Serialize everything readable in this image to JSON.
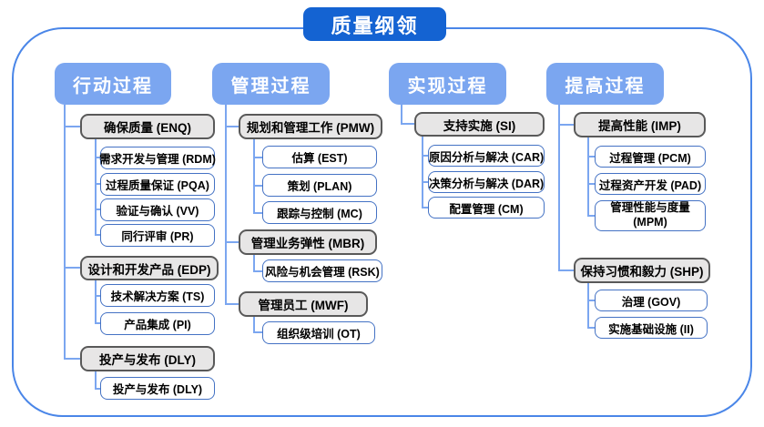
{
  "title": "质量纲领",
  "colors": {
    "accent": "#1463d2",
    "header": "#7ba6f0",
    "line": "#7ba6f0",
    "frame": "#4a86e8",
    "graybg": "#e7e6e6",
    "grayborder": "#595959",
    "nodeborder": "#4472c4"
  },
  "columns": [
    {
      "label": "行动过程",
      "groups": [
        {
          "label": "确保质量 (ENQ)",
          "children": [
            "需求开发与管理 (RDM)",
            "过程质量保证 (PQA)",
            "验证与确认 (VV)",
            "同行评审 (PR)"
          ]
        },
        {
          "label": "设计和开发产品 (EDP)",
          "children": [
            "技术解决方案 (TS)",
            "产品集成 (PI)"
          ]
        },
        {
          "label": "投产与发布 (DLY)",
          "children": [
            "投产与发布 (DLY)"
          ]
        }
      ]
    },
    {
      "label": "管理过程",
      "groups": [
        {
          "label": "规划和管理工作 (PMW)",
          "children": [
            "估算 (EST)",
            "策划 (PLAN)",
            "跟踪与控制 (MC)"
          ]
        },
        {
          "label": "管理业务弹性 (MBR)",
          "children": [
            "风险与机会管理 (RSK)"
          ]
        },
        {
          "label": "管理员工 (MWF)",
          "children": [
            "组织级培训 (OT)"
          ]
        }
      ]
    },
    {
      "label": "实现过程",
      "groups": [
        {
          "label": "支持实施 (SI)",
          "children": [
            "原因分析与解决 (CAR)",
            "决策分析与解决 (DAR)",
            "配置管理 (CM)"
          ]
        }
      ]
    },
    {
      "label": "提高过程",
      "groups": [
        {
          "label": "提高性能 (IMP)",
          "children": [
            "过程管理 (PCM)",
            "过程资产开发 (PAD)",
            "管理性能与度量 (MPM)"
          ]
        },
        {
          "label": "保持习惯和毅力 (SHP)",
          "children": [
            "治理 (GOV)",
            "实施基础设施 (II)"
          ]
        }
      ]
    }
  ]
}
